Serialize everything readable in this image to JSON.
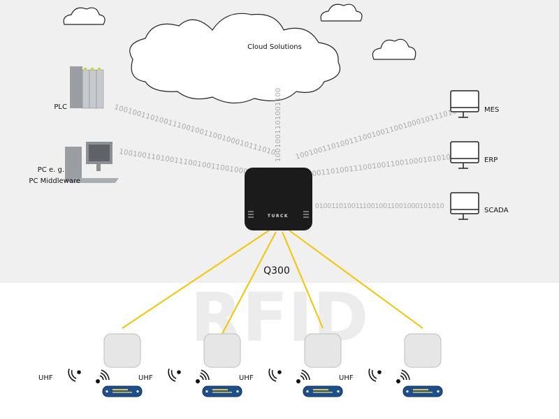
{
  "cloud": {
    "label": "Cloud Solutions"
  },
  "left_nodes": {
    "plc": {
      "label": "PLC",
      "data_stream": "100100110100111001001100100010111010"
    },
    "pc": {
      "label_line1": "PC e. g.",
      "label_line2": "PC Middleware",
      "data_stream": "10010011010011100100110010001010"
    }
  },
  "vertical_stream": "1001001101001100",
  "right_nodes": [
    {
      "label": "MES",
      "data_stream": "100100110100111001001100100010111010"
    },
    {
      "label": "ERP",
      "data_stream": "001101001110010011001000101010"
    },
    {
      "label": "SCADA",
      "data_stream": "01001101001110010011001000101010"
    }
  ],
  "reader": {
    "label": "Q300",
    "brand": "TURCK"
  },
  "watermark": "RFID",
  "antennas": [
    {
      "band": "UHF"
    },
    {
      "band": "UHF"
    },
    {
      "band": "UHF"
    },
    {
      "band": "UHF"
    }
  ],
  "colors": {
    "top_bg": "#f0f0f0",
    "link": "#f5c400",
    "tag": "#1d4f8c",
    "device": "#1b1b1b"
  }
}
